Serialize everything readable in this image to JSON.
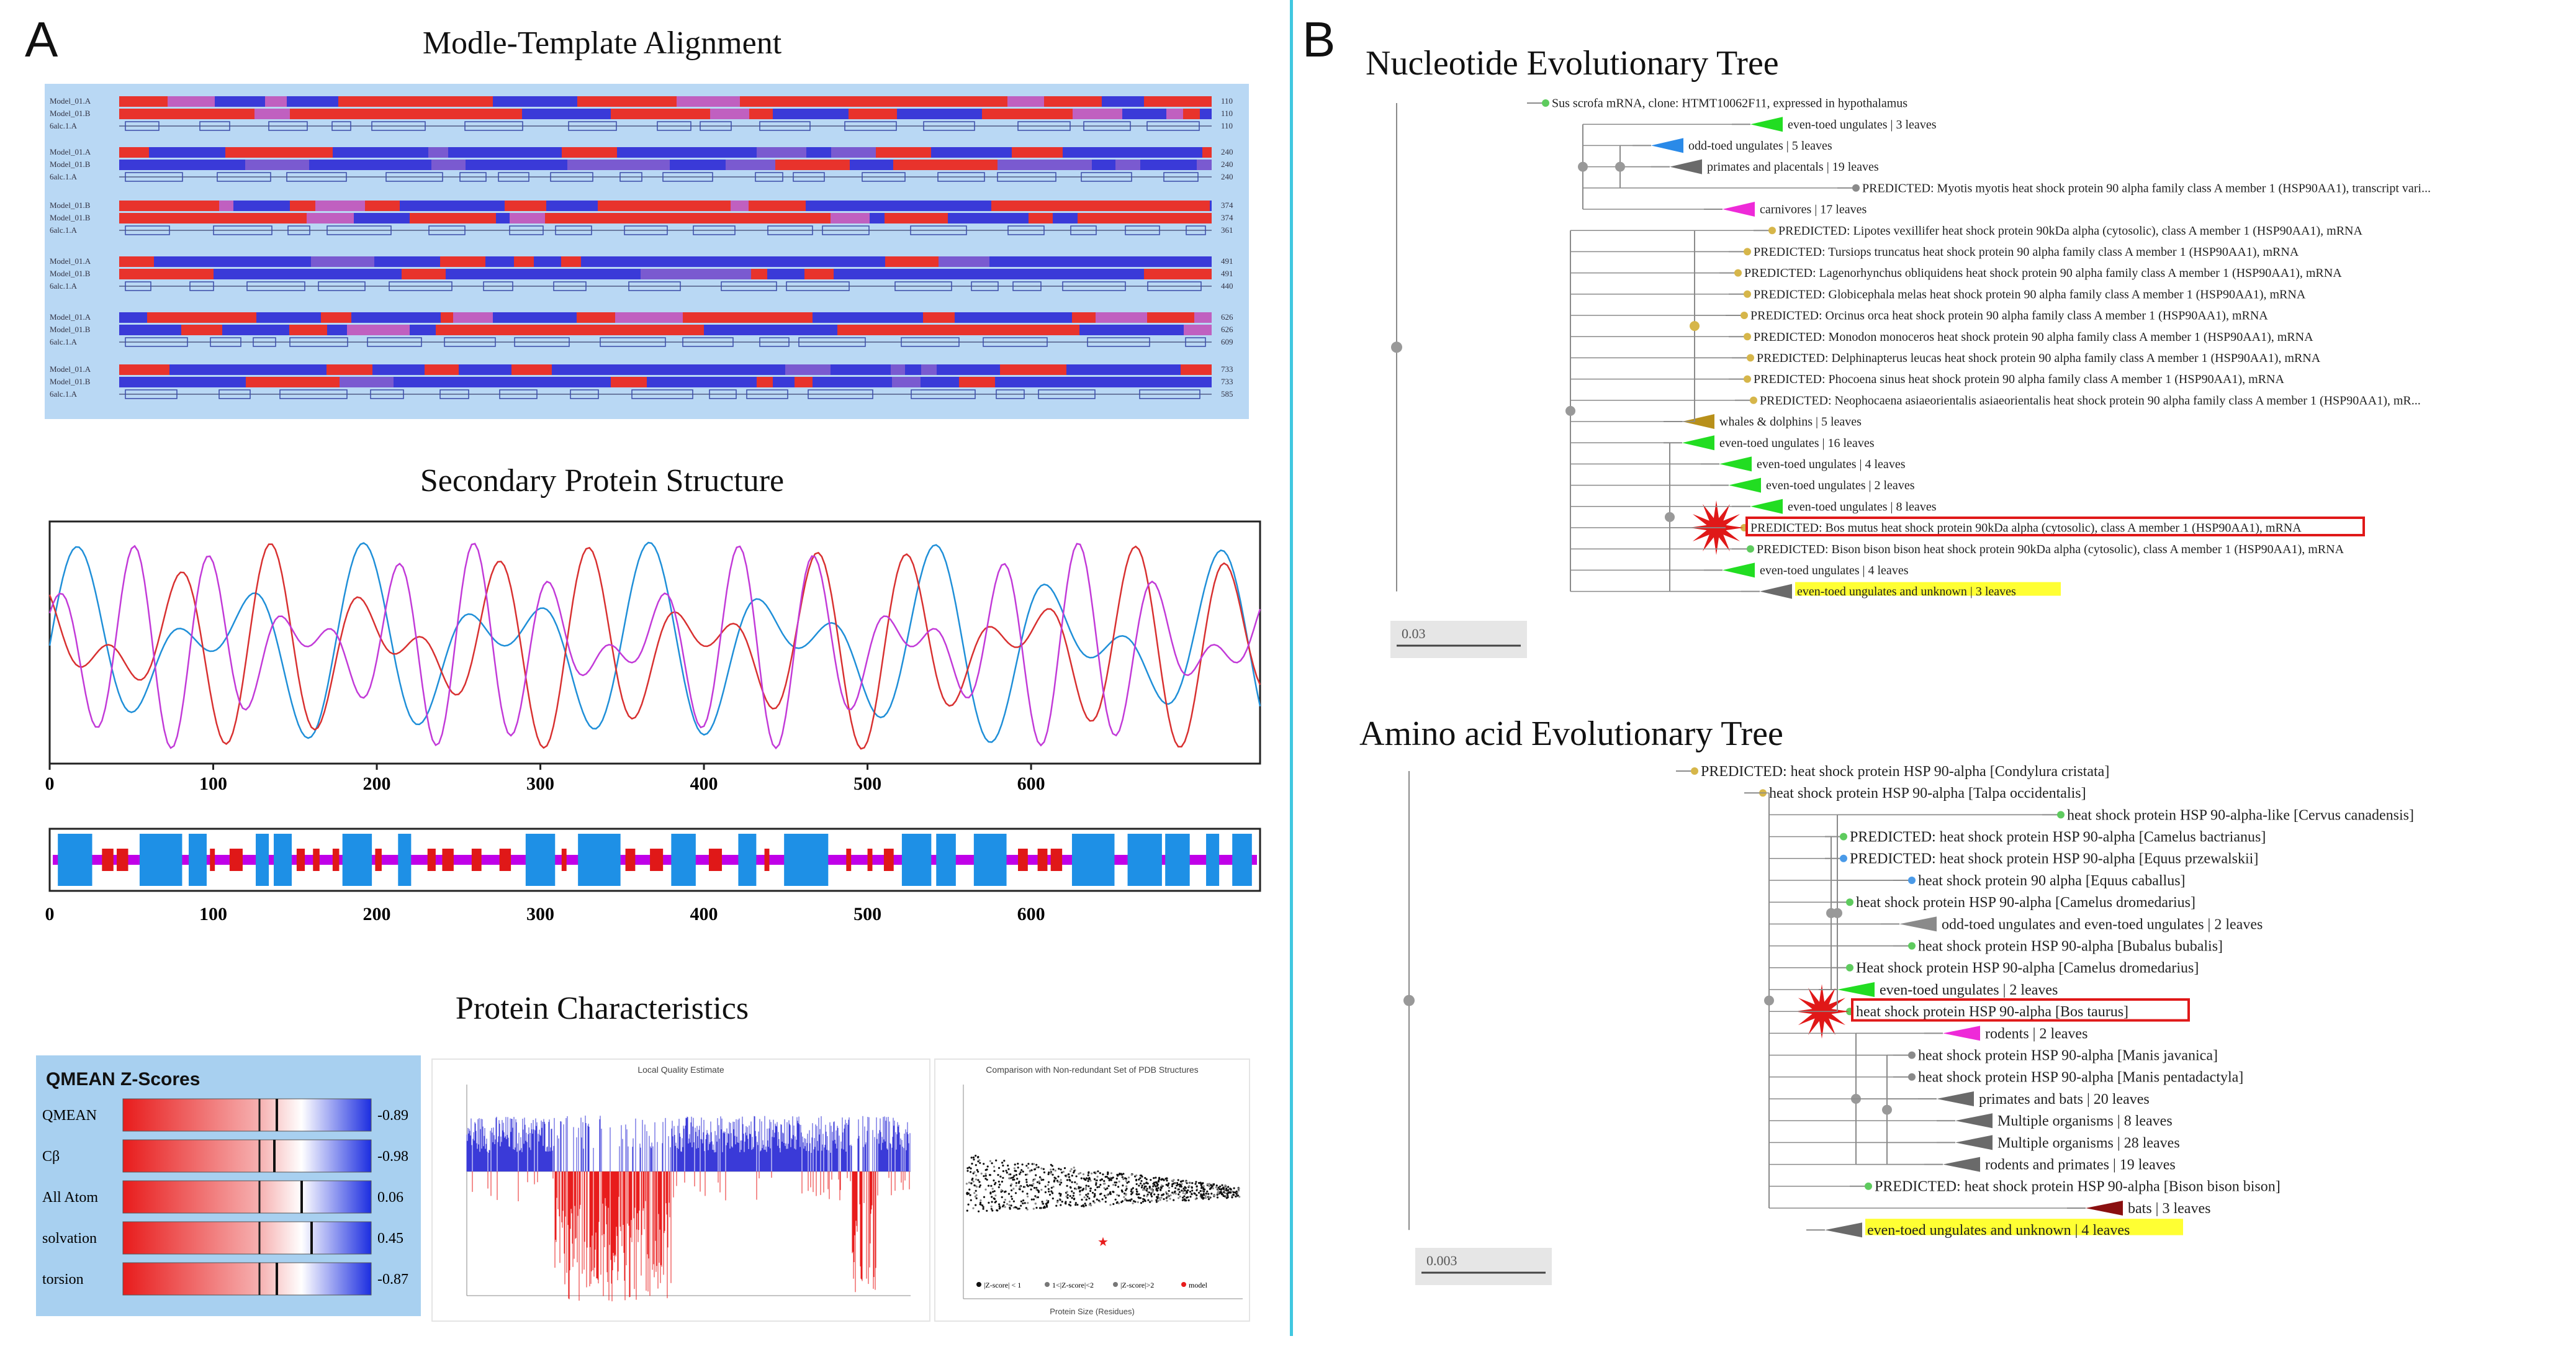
{
  "panelA": {
    "letter": "A",
    "alignment": {
      "title": "Modle-Template Alignment",
      "blocks": [
        {
          "rows": [
            "Model_01.A",
            "Model_01.B",
            "6alc.1.A"
          ],
          "ends": [
            "110",
            "110",
            "110"
          ]
        },
        {
          "rows": [
            "Model_01.A",
            "Model_01.B",
            "6alc.1.A"
          ],
          "ends": [
            "240",
            "240",
            "240"
          ]
        },
        {
          "rows": [
            "Model_01.B",
            "Model_01.B",
            "6alc.1.A"
          ],
          "ends": [
            "374",
            "374",
            "361"
          ]
        },
        {
          "rows": [
            "Model_01.A",
            "Model_01.B",
            "6alc.1.A"
          ],
          "ends": [
            "491",
            "491",
            "440"
          ]
        },
        {
          "rows": [
            "Model_01.A",
            "Model_01.B",
            "6alc.1.A"
          ],
          "ends": [
            "626",
            "626",
            "609"
          ]
        },
        {
          "rows": [
            "Model_01.A",
            "Model_01.B",
            "6alc.1.A"
          ],
          "ends": [
            "733",
            "733",
            "585"
          ]
        }
      ]
    },
    "secondary": {
      "title": "Secondary Protein Structure",
      "ticks": [
        "0",
        "100",
        "200",
        "300",
        "400",
        "500",
        "600"
      ]
    },
    "characteristics": {
      "title": "Protein Characteristics",
      "qmean": {
        "title": "QMEAN Z-Scores",
        "rows": [
          {
            "label": "QMEAN",
            "value": "-0.89",
            "frac": 0.62
          },
          {
            "label": "Cβ",
            "value": "-0.98",
            "frac": 0.61
          },
          {
            "label": "All Atom",
            "value": "0.06",
            "frac": 0.72
          },
          {
            "label": "solvation",
            "value": "0.45",
            "frac": 0.76
          },
          {
            "label": "torsion",
            "value": "-0.87",
            "frac": 0.62
          }
        ]
      },
      "local_title": "Local Quality Estimate",
      "comparison_title": "Comparison with Non-redundant Set of PDB Structures",
      "comparison_legend": [
        "|Z-score| < 1",
        "1<|Z-score|<2",
        "|Z-score|>2",
        "model"
      ],
      "comparison_xlabel": "Protein Size (Residues)"
    }
  },
  "panelB": {
    "letter": "B",
    "nucleotide": {
      "title": "Nucleotide Evolutionary Tree",
      "scale": "0.03",
      "leaves": [
        {
          "text": "Sus scrofa mRNA, clone: HTMT10062F11, expressed in hypothalamus",
          "color": "#5ecb5e",
          "kind": "dot"
        },
        {
          "text": "even-toed ungulates | 3 leaves",
          "color": "#22dd22",
          "kind": "tri"
        },
        {
          "text": "odd-toed ungulates | 5 leaves",
          "color": "#2a8ae8",
          "kind": "tri"
        },
        {
          "text": "primates and placentals | 19 leaves",
          "color": "#6a6a6a",
          "kind": "tri"
        },
        {
          "text": "PREDICTED: Myotis myotis heat shock protein 90 alpha family class A member 1 (HSP90AA1), transcript vari...",
          "color": "#8a8a8a",
          "kind": "dot"
        },
        {
          "text": "carnivores | 17 leaves",
          "color": "#ee2ad8",
          "kind": "tri"
        },
        {
          "text": "PREDICTED: Lipotes vexillifer heat shock protein 90kDa alpha (cytosolic), class A member 1 (HSP90AA1), mRNA",
          "color": "#d6b64a",
          "kind": "dot"
        },
        {
          "text": "PREDICTED: Tursiops truncatus heat shock protein 90 alpha family class A member 1 (HSP90AA1), mRNA",
          "color": "#d6b64a",
          "kind": "dot"
        },
        {
          "text": "PREDICTED: Lagenorhynchus obliquidens heat shock protein 90 alpha family class A member 1 (HSP90AA1), mRNA",
          "color": "#d6b64a",
          "kind": "dot"
        },
        {
          "text": "PREDICTED: Globicephala melas heat shock protein 90 alpha family class A member 1 (HSP90AA1), mRNA",
          "color": "#d6b64a",
          "kind": "dot"
        },
        {
          "text": "PREDICTED: Orcinus orca heat shock protein 90 alpha family class A member 1 (HSP90AA1), mRNA",
          "color": "#d6b64a",
          "kind": "dot"
        },
        {
          "text": "PREDICTED: Monodon monoceros heat shock protein 90 alpha family class A member 1 (HSP90AA1), mRNA",
          "color": "#d6b64a",
          "kind": "dot"
        },
        {
          "text": "PREDICTED: Delphinapterus leucas heat shock protein 90 alpha family class A member 1 (HSP90AA1), mRNA",
          "color": "#d6b64a",
          "kind": "dot"
        },
        {
          "text": "PREDICTED: Phocoena sinus heat shock protein 90 alpha family class A member 1 (HSP90AA1), mRNA",
          "color": "#d6b64a",
          "kind": "dot"
        },
        {
          "text": "PREDICTED: Neophocaena asiaeorientalis asiaeorientalis heat shock protein 90 alpha family class A member 1 (HSP90AA1), mR...",
          "color": "#d6b64a",
          "kind": "dot"
        },
        {
          "text": "whales & dolphins | 5 leaves",
          "color": "#b8901a",
          "kind": "tri"
        },
        {
          "text": "even-toed ungulates | 16 leaves",
          "color": "#22dd22",
          "kind": "tri"
        },
        {
          "text": "even-toed ungulates | 4 leaves",
          "color": "#22dd22",
          "kind": "tri"
        },
        {
          "text": "even-toed ungulates | 2 leaves",
          "color": "#22dd22",
          "kind": "tri"
        },
        {
          "text": "even-toed ungulates | 8 leaves",
          "color": "#22dd22",
          "kind": "tri"
        },
        {
          "text": "PREDICTED: Bos mutus heat shock protein 90kDa alpha (cytosolic), class A member 1 (HSP90AA1), mRNA",
          "color": "#d6b64a",
          "kind": "dot",
          "highlight": true
        },
        {
          "text": "PREDICTED: Bison bison bison heat shock protein 90kDa alpha (cytosolic), class A member 1 (HSP90AA1), mRNA",
          "color": "#5ecb5e",
          "kind": "dot"
        },
        {
          "text": "even-toed ungulates | 4 leaves",
          "color": "#22dd22",
          "kind": "tri"
        },
        {
          "text": "even-toed ungulates and unknown | 3 leaves",
          "color": "#6a6a6a",
          "kind": "tri",
          "yellow": true
        }
      ]
    },
    "amino": {
      "title": "Amino acid Evolutionary Tree",
      "scale": "0.003",
      "leaves": [
        {
          "text": "PREDICTED: heat shock protein HSP 90-alpha [Condylura cristata]",
          "color": "#d6b64a",
          "kind": "dot"
        },
        {
          "text": "heat shock protein HSP 90-alpha [Talpa occidentalis]",
          "color": "#d6b64a",
          "kind": "dot"
        },
        {
          "text": "heat shock protein HSP 90-alpha-like [Cervus canadensis]",
          "color": "#5ecb5e",
          "kind": "dot"
        },
        {
          "text": "PREDICTED: heat shock protein HSP 90-alpha [Camelus bactrianus]",
          "color": "#5ecb5e",
          "kind": "dot"
        },
        {
          "text": "PREDICTED: heat shock protein HSP 90-alpha [Equus przewalskii]",
          "color": "#4a9ae8",
          "kind": "dot"
        },
        {
          "text": "heat shock protein 90 alpha [Equus caballus]",
          "color": "#4a9ae8",
          "kind": "dot"
        },
        {
          "text": "heat shock protein HSP 90-alpha [Camelus dromedarius]",
          "color": "#5ecb5e",
          "kind": "dot"
        },
        {
          "text": "odd-toed ungulates and even-toed ungulates | 2 leaves",
          "color": "#8a8a8a",
          "kind": "tri"
        },
        {
          "text": "heat shock protein HSP 90-alpha [Bubalus bubalis]",
          "color": "#5ecb5e",
          "kind": "dot"
        },
        {
          "text": "Heat shock protein HSP 90-alpha [Camelus dromedarius]",
          "color": "#5ecb5e",
          "kind": "dot"
        },
        {
          "text": "even-toed ungulates | 2 leaves",
          "color": "#22dd22",
          "kind": "tri"
        },
        {
          "text": "heat shock protein HSP 90-alpha [Bos taurus]",
          "color": "#5ecb5e",
          "kind": "dot",
          "highlight": true
        },
        {
          "text": "rodents | 2 leaves",
          "color": "#ee2ad8",
          "kind": "tri"
        },
        {
          "text": "heat shock protein HSP 90-alpha [Manis javanica]",
          "color": "#8a8a8a",
          "kind": "dot"
        },
        {
          "text": "heat shock protein HSP 90-alpha [Manis pentadactyla]",
          "color": "#8a8a8a",
          "kind": "dot"
        },
        {
          "text": "primates and bats | 20 leaves",
          "color": "#6a6a6a",
          "kind": "tri"
        },
        {
          "text": "Multiple organisms | 8 leaves",
          "color": "#6a6a6a",
          "kind": "tri"
        },
        {
          "text": "Multiple organisms | 28 leaves",
          "color": "#6a6a6a",
          "kind": "tri"
        },
        {
          "text": "rodents and primates | 19 leaves",
          "color": "#6a6a6a",
          "kind": "tri"
        },
        {
          "text": "PREDICTED: heat shock protein HSP 90-alpha [Bison bison bison]",
          "color": "#5ecb5e",
          "kind": "dot"
        },
        {
          "text": "bats | 3 leaves",
          "color": "#8a1010",
          "kind": "tri"
        },
        {
          "text": "even-toed ungulates and unknown | 4 leaves",
          "color": "#6a6a6a",
          "kind": "tri",
          "yellow": true
        }
      ]
    }
  }
}
